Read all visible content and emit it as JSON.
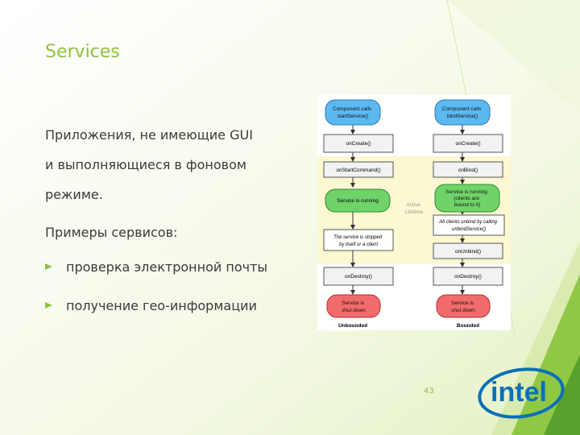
{
  "slide": {
    "title": "Services",
    "lines": [
      "Приложения, не имеющие GUI",
      "и выполняющиеся в фоновом",
      "режиме.",
      "Примеры сервисов:"
    ],
    "bullets": [
      "проверка электронной почты",
      "получение гео-информации"
    ],
    "page_number": "43",
    "accent_color": "#8fc13f"
  },
  "diagram": {
    "unbounded": {
      "start": [
        "Component calls",
        "startService()"
      ],
      "on_create": "onCreate()",
      "on_start_command": "onStartCommand()",
      "running": "Service is running",
      "stopped": [
        "The service is stopped",
        "by itself or a client"
      ],
      "on_destroy": "onDestroy()",
      "shut_down": [
        "Service is",
        "shut down"
      ],
      "label": "Unbounded"
    },
    "bounded": {
      "start": [
        "Component calls",
        "bindService()"
      ],
      "on_create": "onCreate()",
      "on_bind": "onBind()",
      "running": [
        "Service is running",
        "(clients are",
        "bound to it)"
      ],
      "unbind_all": [
        "All clients unbind by calling",
        "unbindService()"
      ],
      "on_unbind": "onUnbind()",
      "on_destroy": "onDestroy()",
      "shut_down": [
        "Service is",
        "shut down"
      ],
      "label": "Bounded"
    },
    "active_lifetime": [
      "Active",
      "Lifetime"
    ]
  },
  "logo_text": "intel"
}
